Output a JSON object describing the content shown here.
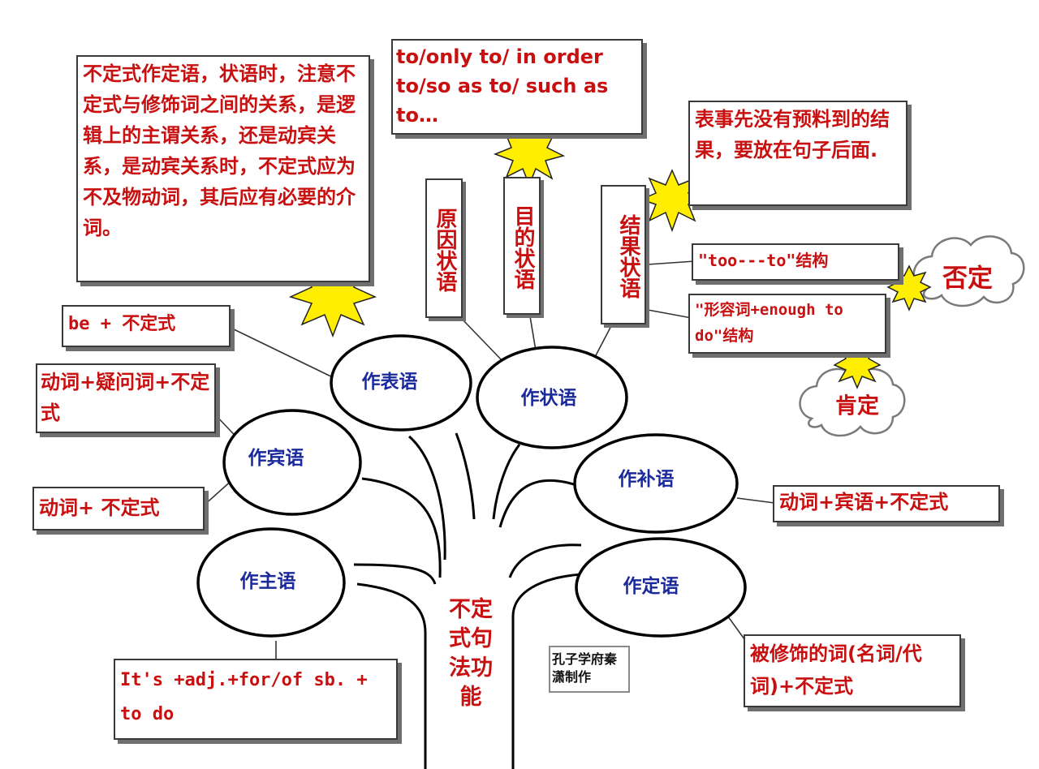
{
  "center_label": "不定式句法功能",
  "credit": "孔子学府秦潇制作",
  "nodes": {
    "predicative": "作表语",
    "adverbial": "作状语",
    "object": "作宾语",
    "complement": "作补语",
    "subject": "作主语",
    "attributive": "作定语"
  },
  "notes": {
    "attributive_note": "不定式作定语，状语时，注意不定式与修饰词之间的关系，是逻辑上的主谓关系，还是动宾关系，是动宾关系时，不定式应为不及物动词，其后应有必要的介词。",
    "purpose_forms": "to/only to/ in order to/so as to/ such as to…",
    "result_note": "表事先没有预料到的结果，要放在句子后面.",
    "be_infinitive": "be + 不定式",
    "verb_question_word": "动词+疑问词+不定式",
    "verb_infinitive": "动词+ 不定式",
    "its_adj": "It's +adj.+for/of sb. + to do",
    "verb_object_infinitive": "动词+宾语+不定式",
    "modified_word": "被修饰的词(名词/代词)+不定式",
    "too_to": "\"too---to\"结构",
    "adj_enough": "\"形容词+enough to do\"结构"
  },
  "adverbial_types": {
    "reason": "原因状语",
    "purpose": "目的状语",
    "result": "结果状语"
  },
  "clouds": {
    "negative": "否定",
    "positive": "肯定"
  },
  "colors": {
    "note_text": "#c81010",
    "node_text": "#1a2a9c",
    "starburst": "#ffee00",
    "outline": "#000000"
  }
}
